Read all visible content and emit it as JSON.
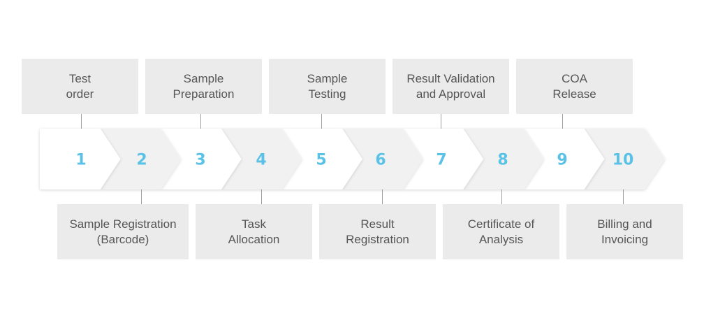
{
  "colors": {
    "box_bg": "#ebebeb",
    "box_text": "#555555",
    "number": "#5bc2e7",
    "chevron_light": "#ffffff",
    "chevron_shade": "#f1f1f1",
    "connector": "#9e9e9e"
  },
  "steps": [
    {
      "number": "1"
    },
    {
      "number": "2"
    },
    {
      "number": "3"
    },
    {
      "number": "4"
    },
    {
      "number": "5"
    },
    {
      "number": "6"
    },
    {
      "number": "7"
    },
    {
      "number": "8"
    },
    {
      "number": "9"
    },
    {
      "number": "10"
    }
  ],
  "top_labels": [
    {
      "lines": [
        "Test",
        "order"
      ]
    },
    {
      "lines": [
        "Sample",
        "Preparation"
      ]
    },
    {
      "lines": [
        "Sample",
        "Testing"
      ]
    },
    {
      "lines": [
        "Result Validation",
        "and Approval"
      ]
    },
    {
      "lines": [
        "COA",
        "Release"
      ]
    }
  ],
  "bottom_labels": [
    {
      "lines": [
        "Sample Registration",
        "(Barcode)"
      ]
    },
    {
      "lines": [
        "Task",
        "Allocation"
      ]
    },
    {
      "lines": [
        "Result",
        "Registration"
      ]
    },
    {
      "lines": [
        "Certificate of",
        "Analysis"
      ]
    },
    {
      "lines": [
        "Billing and",
        "Invoicing"
      ]
    }
  ]
}
